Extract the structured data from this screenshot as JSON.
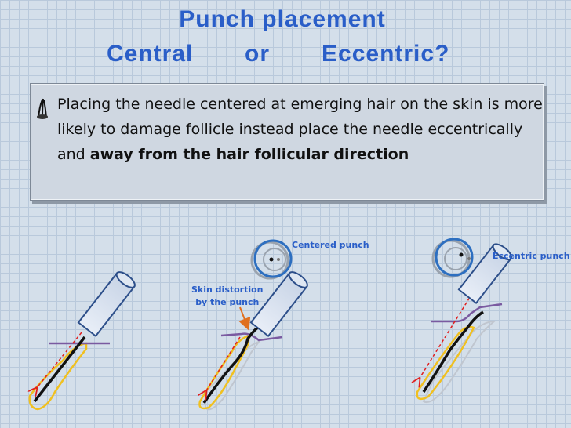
{
  "title": {
    "line1": "Punch placement",
    "central": "Central",
    "or": "or",
    "eccentric": "Eccentric?"
  },
  "body": {
    "text_plain": "Placing the needle centered at emerging hair on the skin is more likely to damage follicle instead place the needle eccentrically and ",
    "text_bold": "away from the hair follicular direction"
  },
  "labels": {
    "centered_punch": "Centered punch",
    "eccentric_punch": "Eccentric punch",
    "skin_distortion_line1": "Skin distortion",
    "skin_distortion_line2": "by the punch"
  },
  "colors": {
    "title": "#2a5ec8",
    "label": "#2a5ec8",
    "follicle_outline": "#f0c020",
    "hair": "#111111",
    "skin_line": "#7a5aa0",
    "guide_arrow": "#e02020",
    "arrow_orange": "#e07020",
    "circle": "#2d6fc0"
  }
}
